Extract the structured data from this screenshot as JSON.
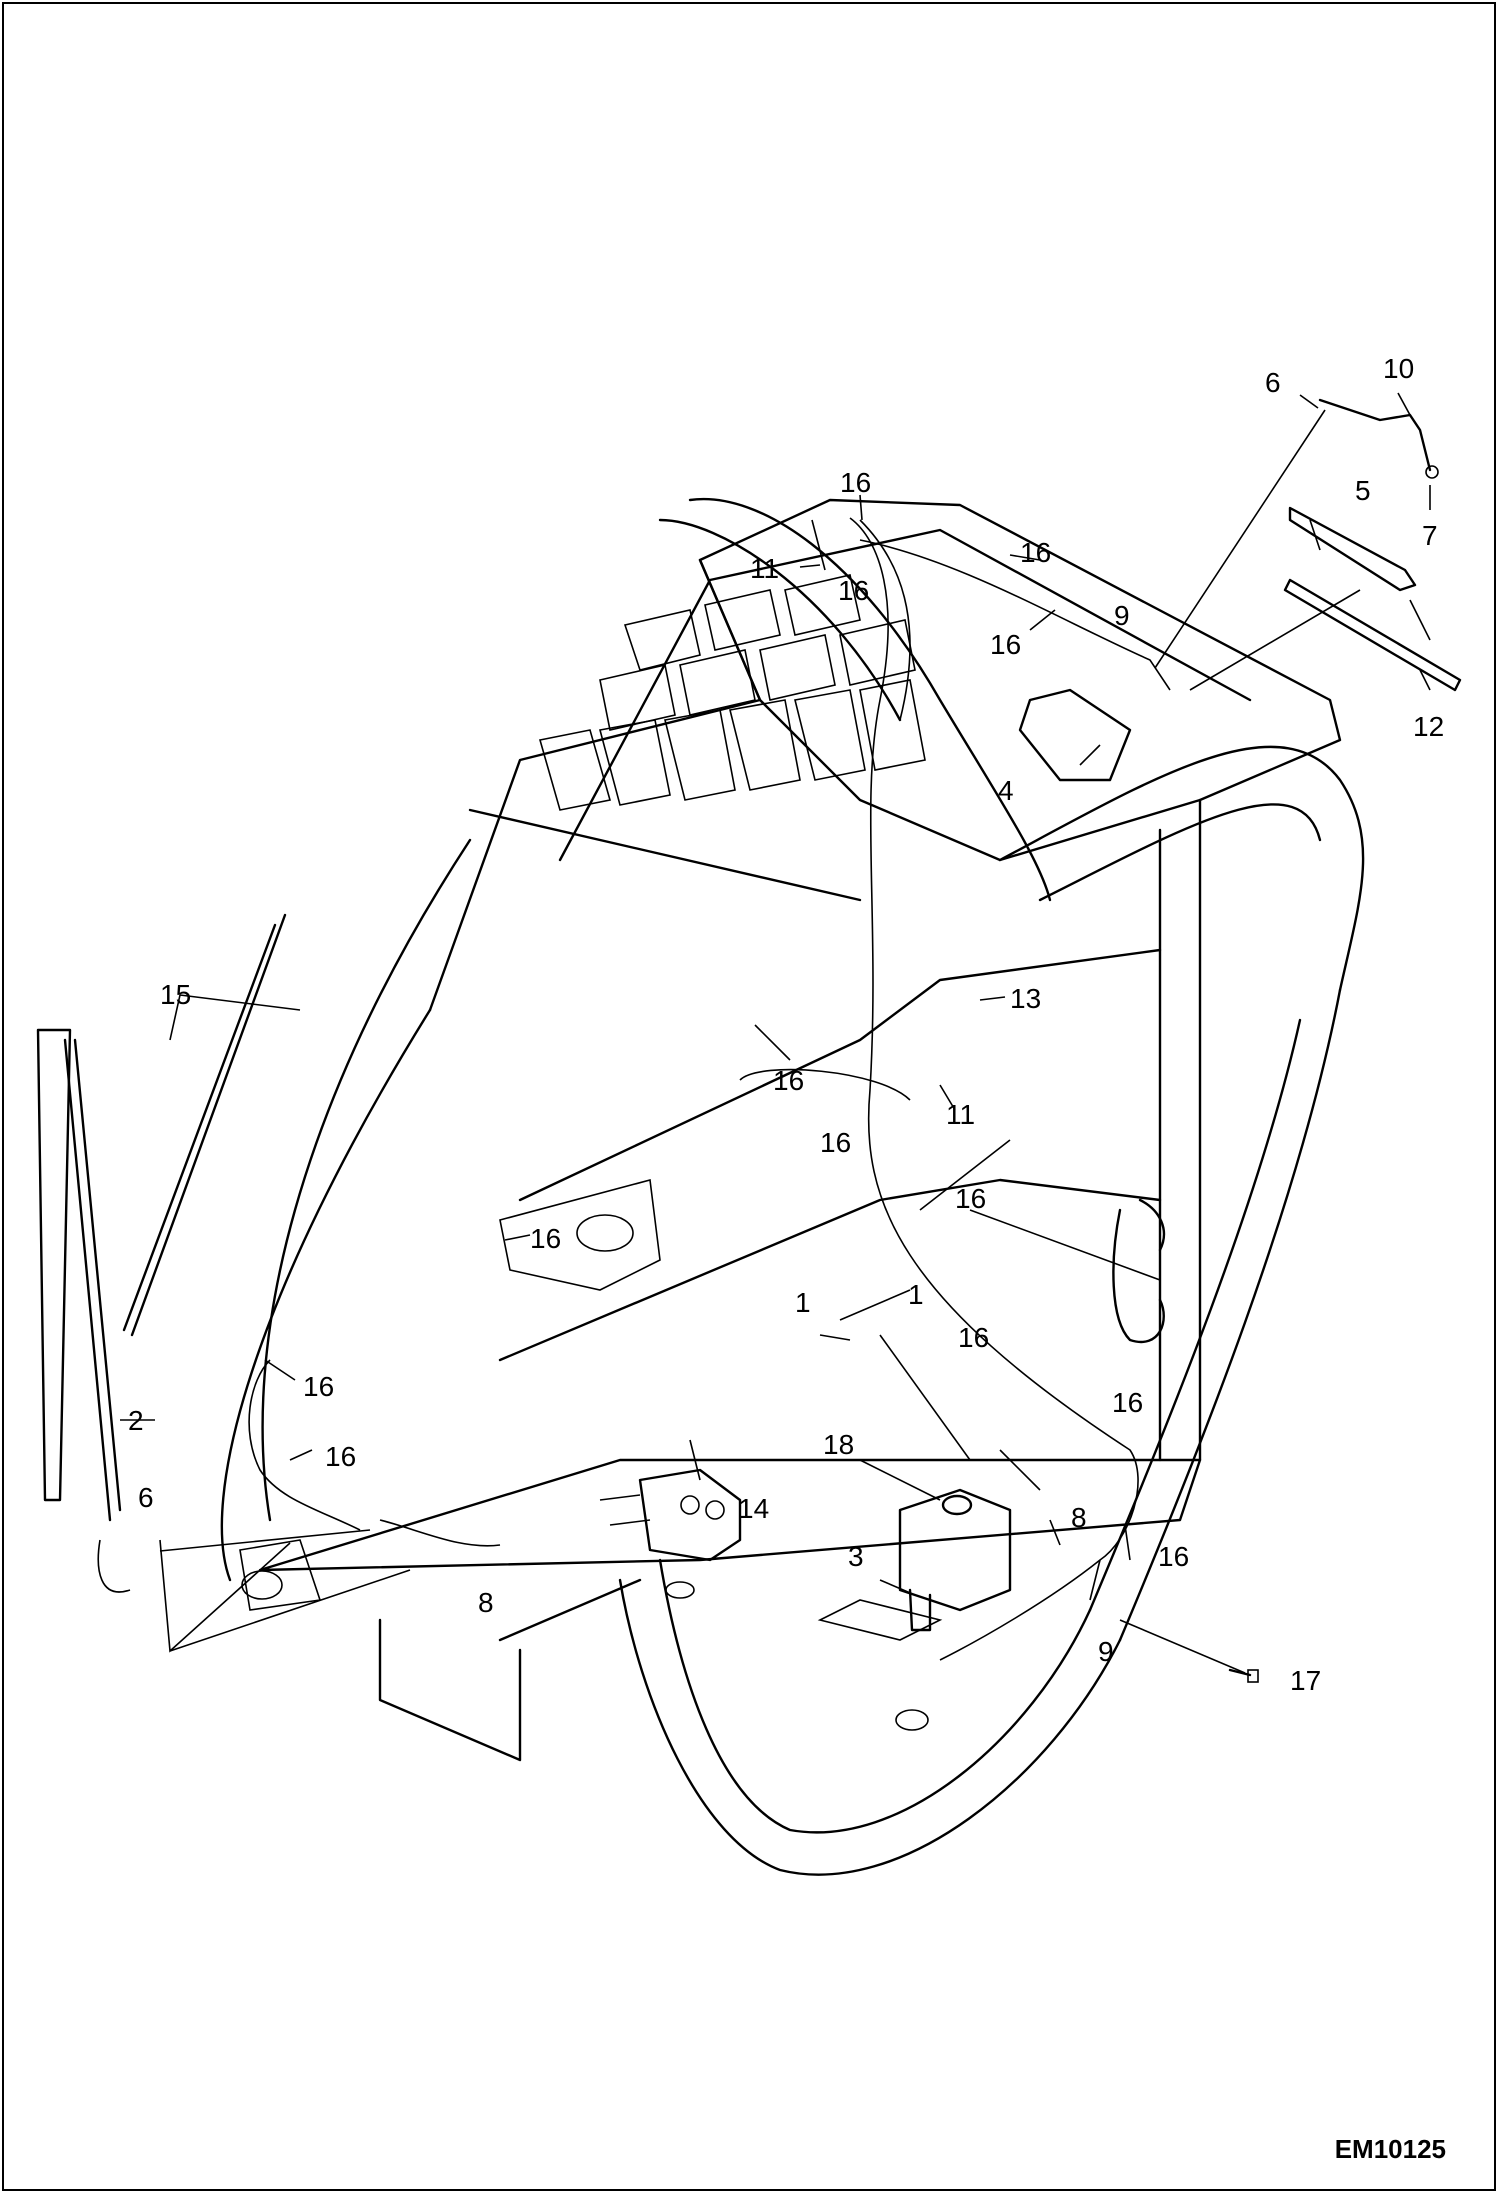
{
  "drawing_id": "EM10125",
  "callouts": [
    {
      "id": "c1a",
      "label": "1"
    },
    {
      "id": "c1b",
      "label": "1"
    },
    {
      "id": "c2",
      "label": "2"
    },
    {
      "id": "c3",
      "label": "3"
    },
    {
      "id": "c4",
      "label": "4"
    },
    {
      "id": "c5",
      "label": "5"
    },
    {
      "id": "c6a",
      "label": "6"
    },
    {
      "id": "c6b",
      "label": "6"
    },
    {
      "id": "c7",
      "label": "7"
    },
    {
      "id": "c8a",
      "label": "8"
    },
    {
      "id": "c8b",
      "label": "8"
    },
    {
      "id": "c9a",
      "label": "9"
    },
    {
      "id": "c9b",
      "label": "9"
    },
    {
      "id": "c10",
      "label": "10"
    },
    {
      "id": "c11a",
      "label": "11"
    },
    {
      "id": "c11b",
      "label": "11"
    },
    {
      "id": "c12",
      "label": "12"
    },
    {
      "id": "c13",
      "label": "13"
    },
    {
      "id": "c14",
      "label": "14"
    },
    {
      "id": "c15",
      "label": "15"
    },
    {
      "id": "c16a",
      "label": "16"
    },
    {
      "id": "c16b",
      "label": "16"
    },
    {
      "id": "c16c",
      "label": "16"
    },
    {
      "id": "c16d",
      "label": "16"
    },
    {
      "id": "c16e",
      "label": "16"
    },
    {
      "id": "c16f",
      "label": "16"
    },
    {
      "id": "c16g",
      "label": "16"
    },
    {
      "id": "c16h",
      "label": "16"
    },
    {
      "id": "c16i",
      "label": "16"
    },
    {
      "id": "c16j",
      "label": "16"
    },
    {
      "id": "c16k",
      "label": "16"
    },
    {
      "id": "c16l",
      "label": "16"
    },
    {
      "id": "c16m",
      "label": "16"
    },
    {
      "id": "c17",
      "label": "17"
    },
    {
      "id": "c18",
      "label": "18"
    }
  ]
}
